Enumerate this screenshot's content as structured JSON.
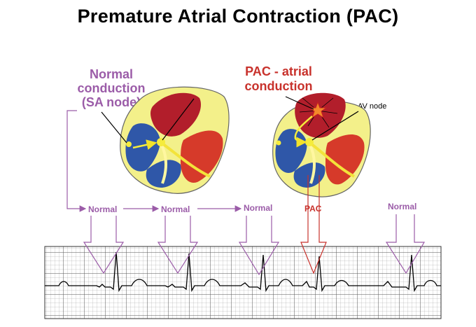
{
  "title": "Premature Atrial Contraction (PAC)",
  "normal_label": [
    "Normal",
    "conduction",
    "(SA node)"
  ],
  "pac_label": [
    "PAC - atrial",
    "conduction"
  ],
  "av_node_label": "AV node",
  "beat_labels": [
    "Normal",
    "Normal",
    "Normal",
    "PAC",
    "Normal"
  ],
  "colors": {
    "normal": "#9b5ca8",
    "pac": "#c8322c",
    "grid": "#555555"
  }
}
